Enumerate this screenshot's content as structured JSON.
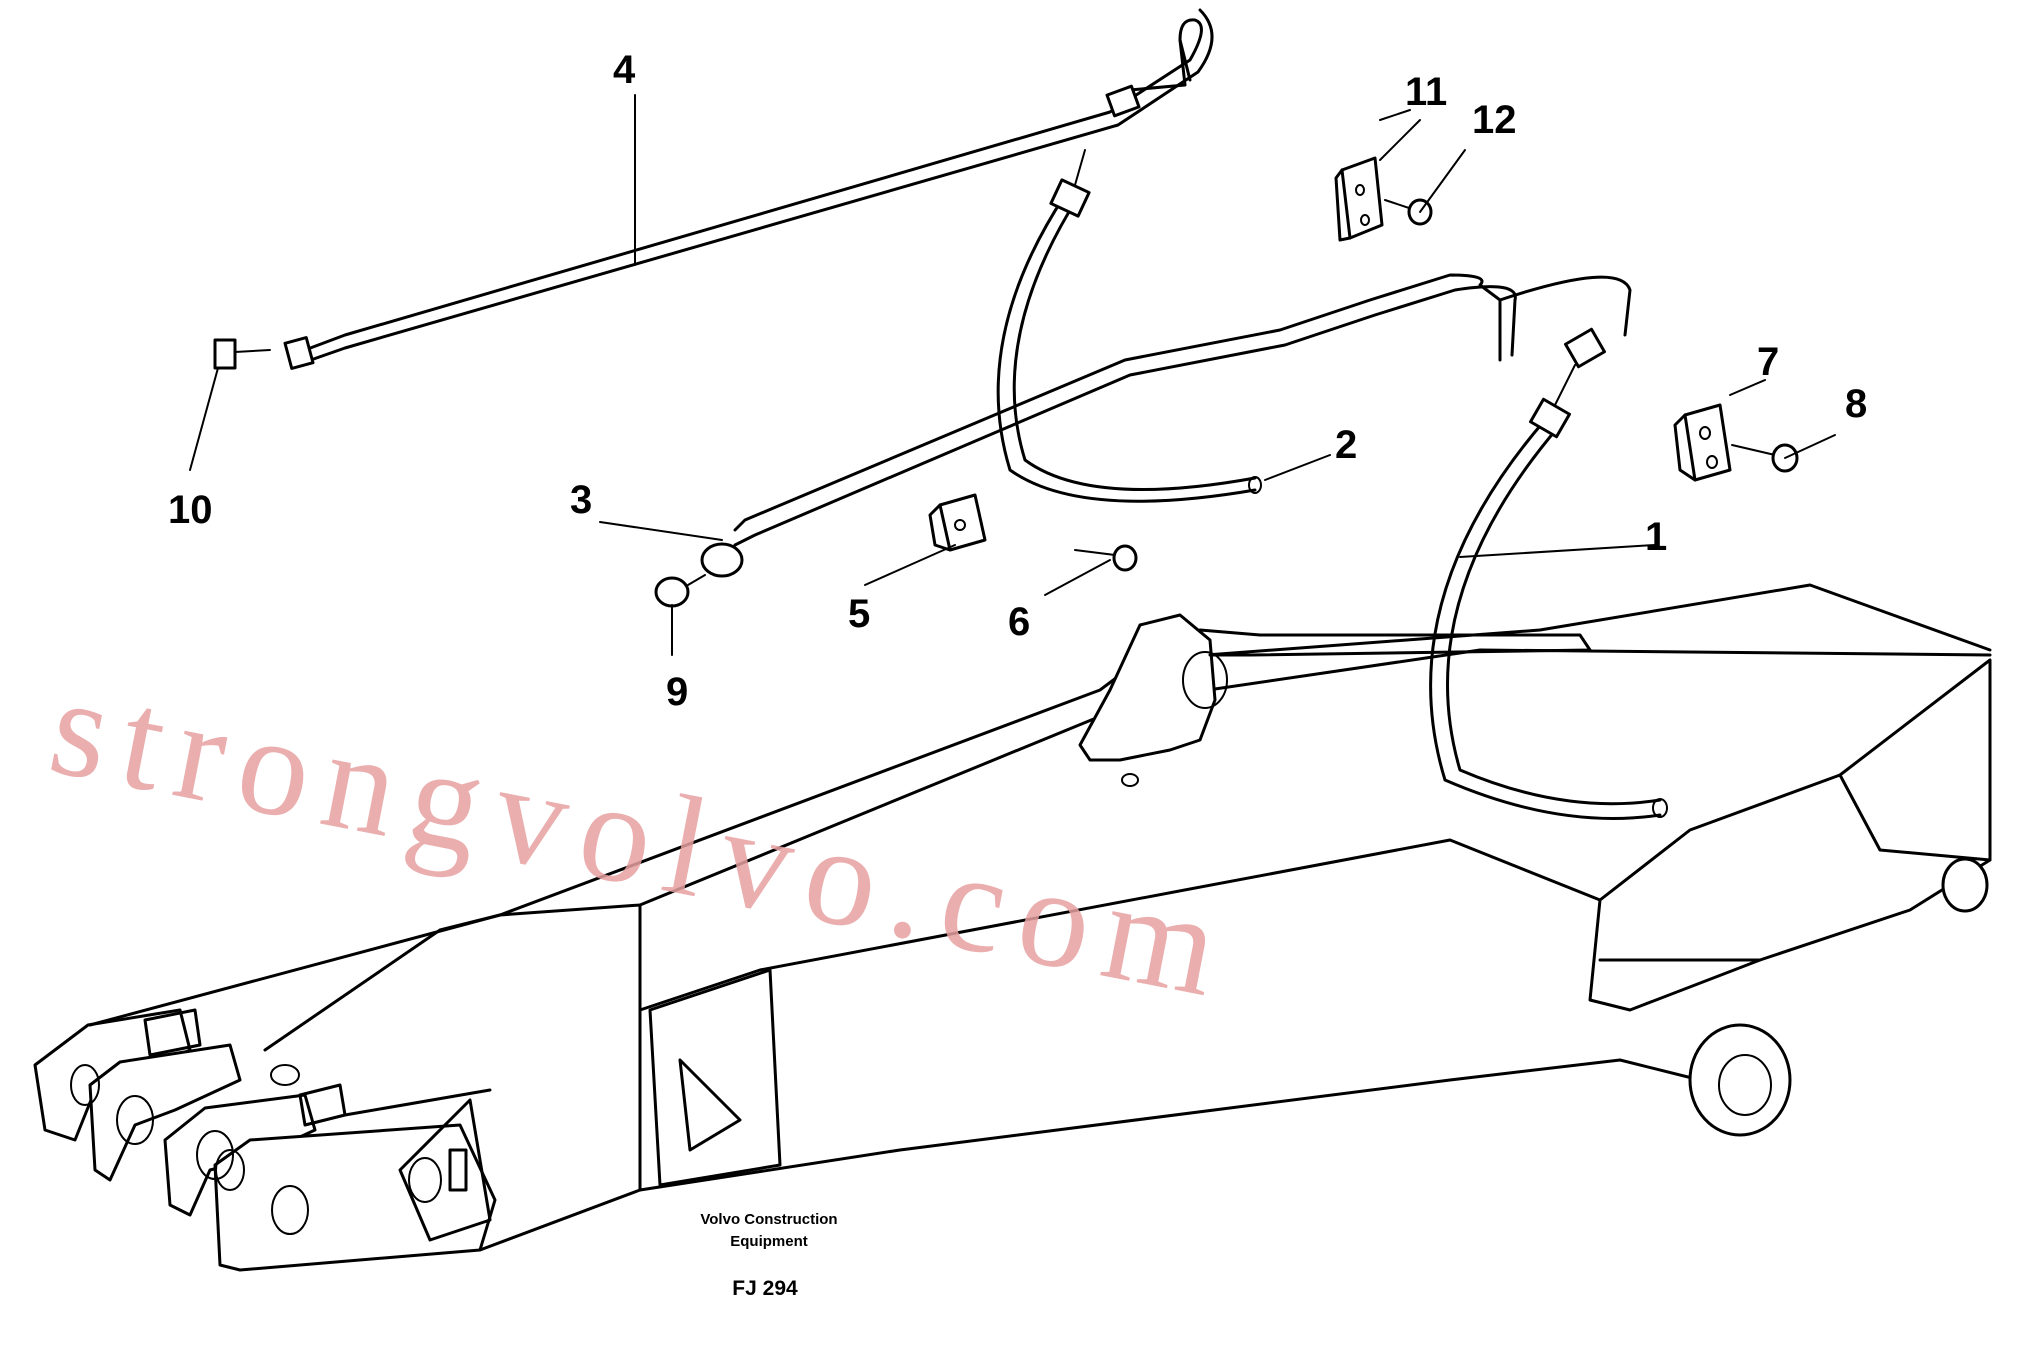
{
  "diagram": {
    "callouts": [
      "1",
      "2",
      "3",
      "4",
      "5",
      "6",
      "7",
      "8",
      "9",
      "10",
      "11",
      "12"
    ],
    "caption_line1": "Volvo Construction",
    "caption_line2": "Equipment",
    "figure_code": "FJ 294",
    "watermark": "strongvolvo.com",
    "colors": {
      "line": "#000000",
      "background": "#ffffff",
      "watermark": "#e8a0a0"
    }
  }
}
